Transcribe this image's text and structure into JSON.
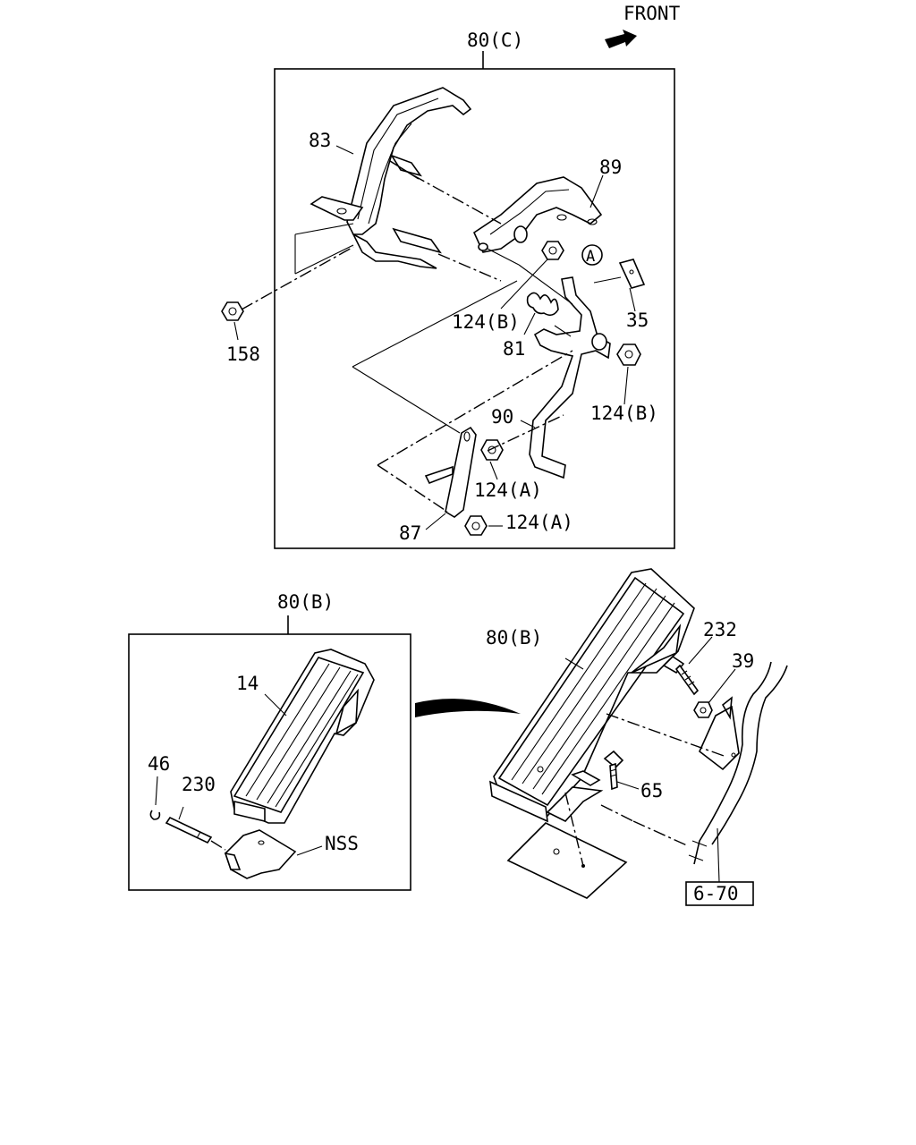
{
  "front_label": "FRONT",
  "assembly_c": {
    "title": "80(C)",
    "callouts": {
      "p83": "83",
      "p89": "89",
      "pA": "A",
      "p35": "35",
      "p158": "158",
      "p124b_1": "124(B)",
      "p81": "81",
      "p124b_2": "124(B)",
      "p90": "90",
      "p124a_1": "124(A)",
      "p87": "87",
      "p124a_2": "124(A)"
    }
  },
  "assembly_b": {
    "title": "80(B)",
    "callouts": {
      "p14": "14",
      "p46": "46",
      "p230": "230",
      "nss": "NSS"
    }
  },
  "installed_view": {
    "title": "80(B)",
    "callouts": {
      "p232": "232",
      "p39": "39",
      "p65": "65",
      "ref": "6-70"
    }
  }
}
